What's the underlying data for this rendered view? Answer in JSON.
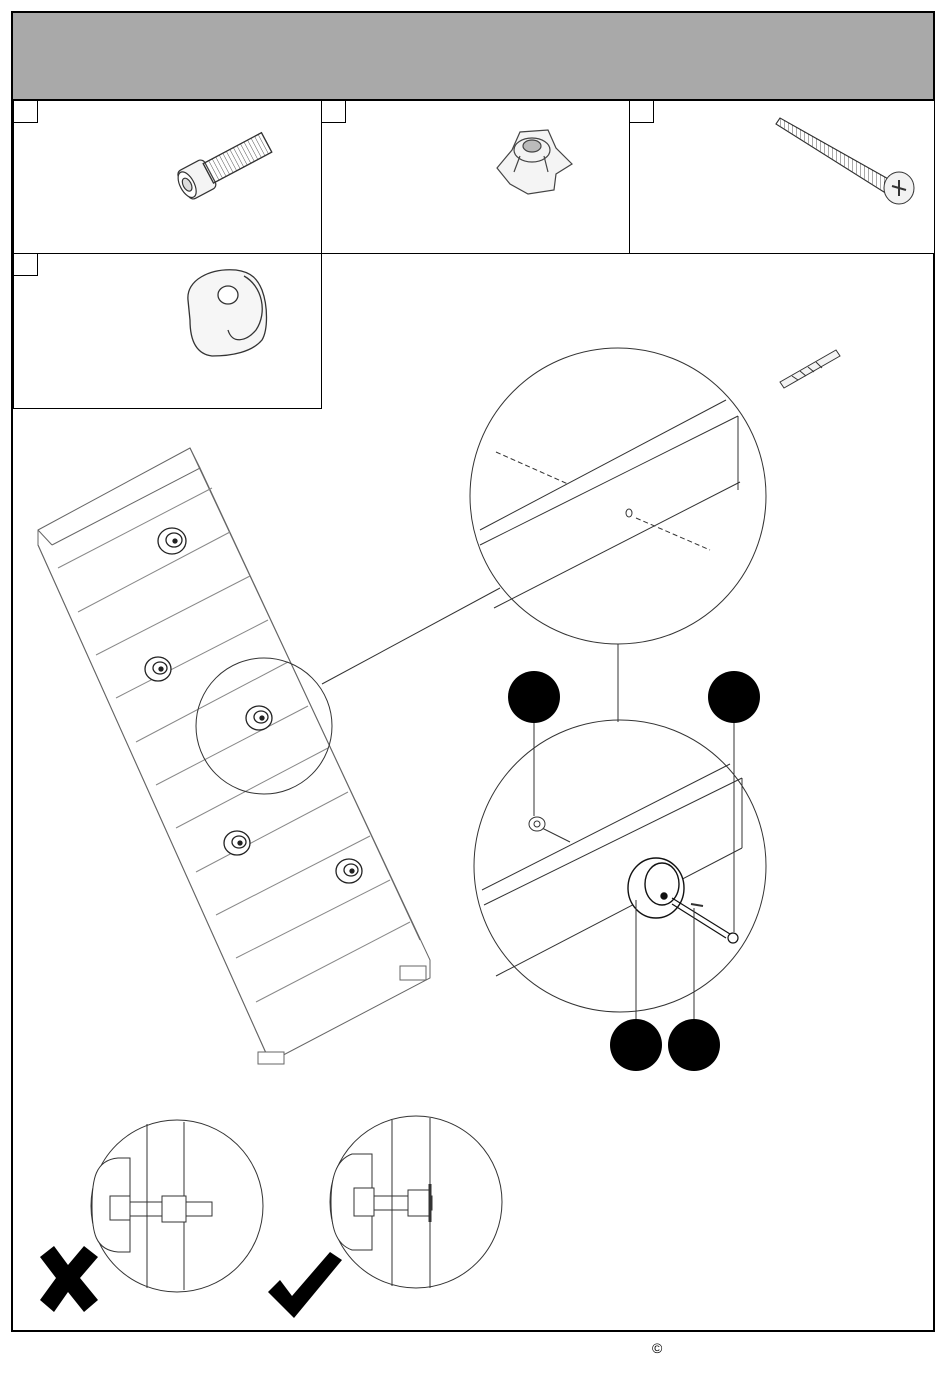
{
  "page": {
    "copyright_symbol": "©"
  },
  "parts": [
    {
      "id": "socket-cap-bolt",
      "icon": "bolt-icon"
    },
    {
      "id": "tee-nut",
      "icon": "tee-nut-icon"
    },
    {
      "id": "wood-screw",
      "icon": "screw-icon"
    },
    {
      "id": "climbing-hold",
      "icon": "climbing-hold-icon"
    }
  ],
  "tools": [
    {
      "id": "drill-bit",
      "icon": "drill-bit-icon"
    }
  ],
  "indicators": {
    "wrong": "cross-icon",
    "correct": "check-icon"
  }
}
